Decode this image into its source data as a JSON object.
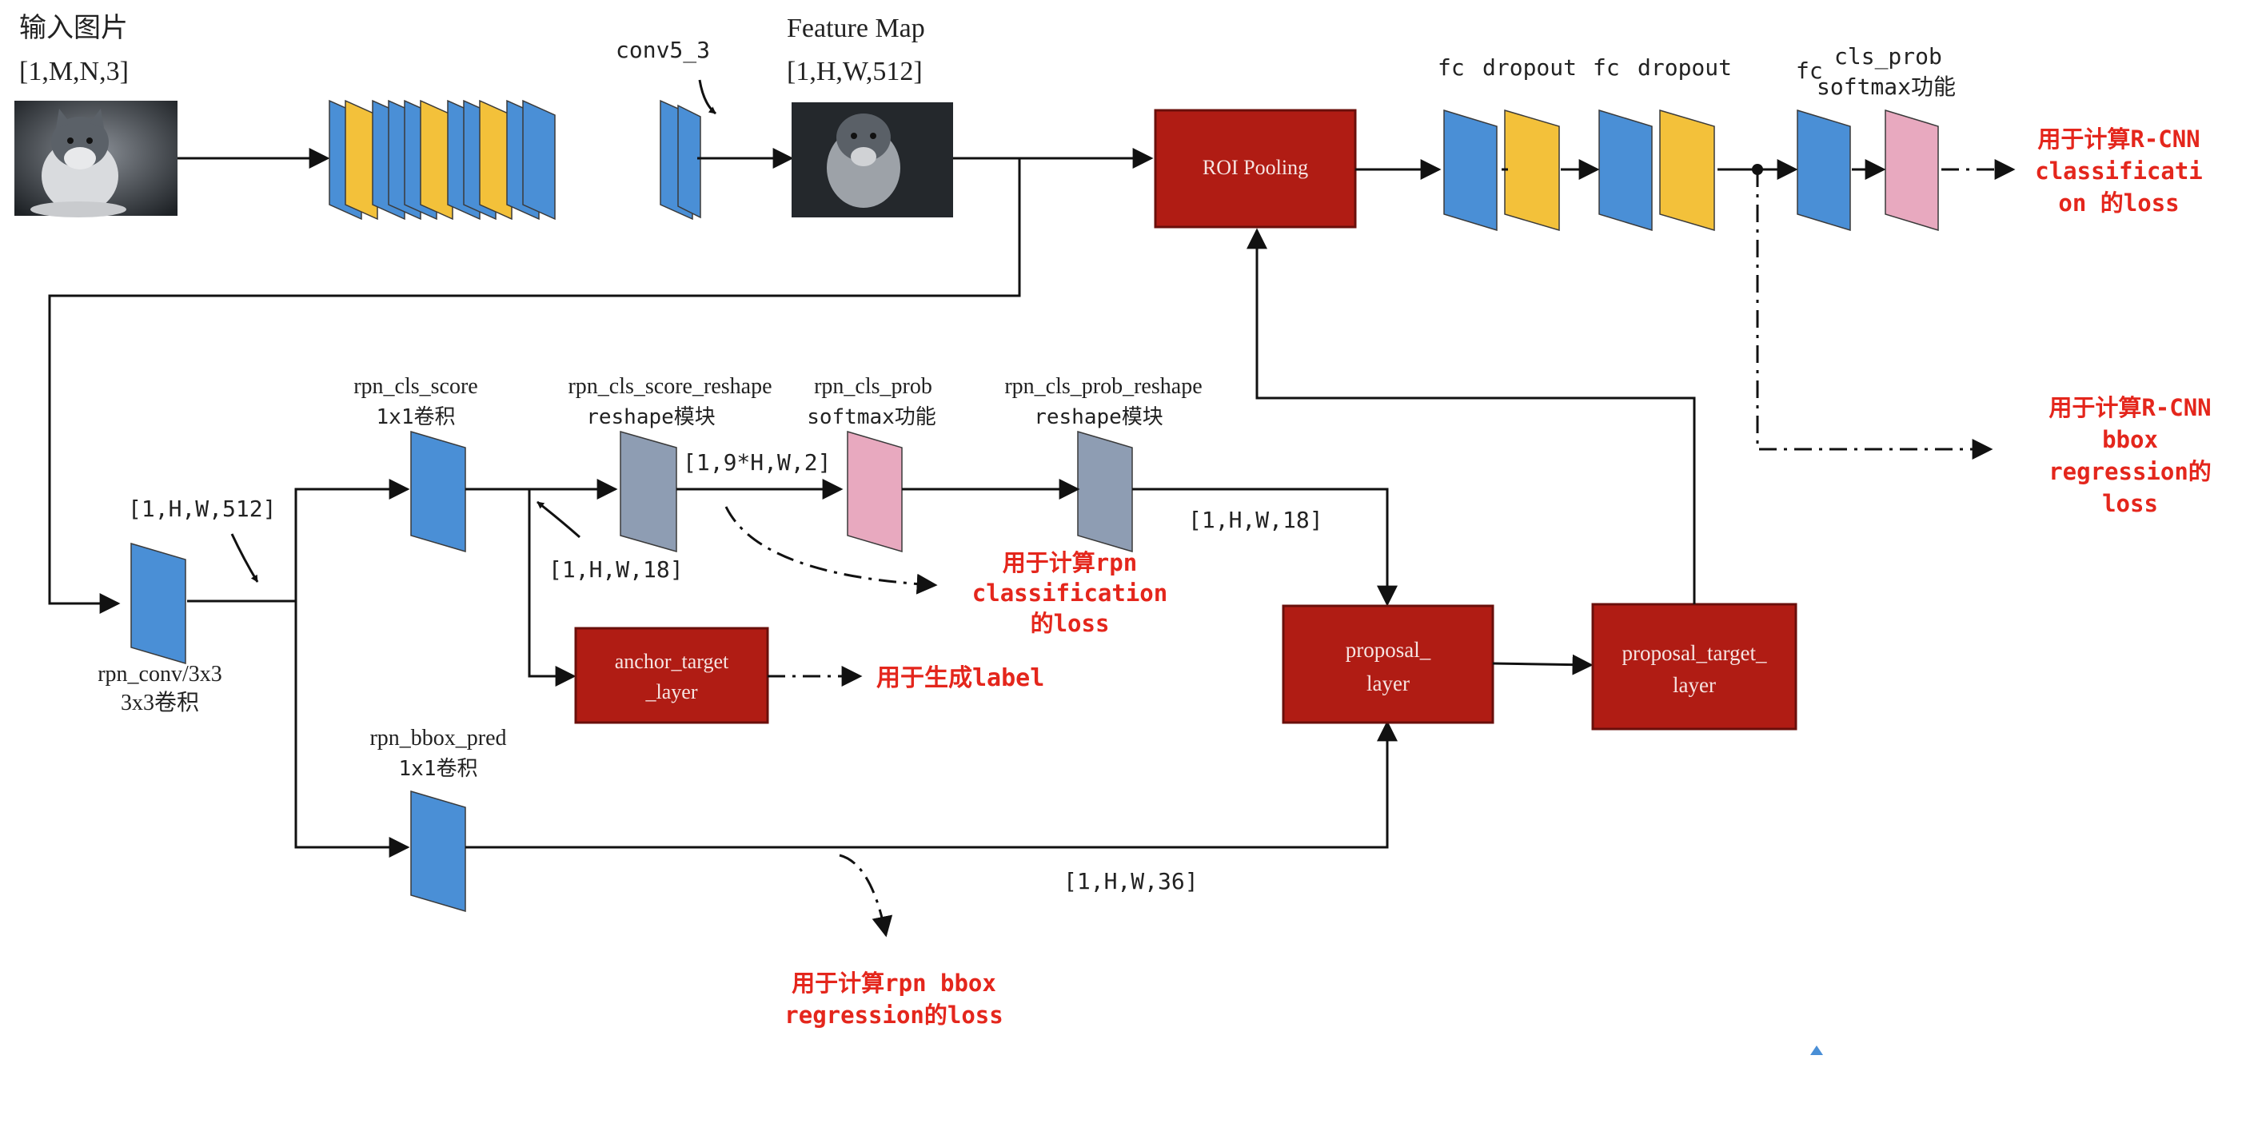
{
  "colors": {
    "conv_blue": "#4a8fd6",
    "conv_yellow": "#f3c13a",
    "reshape_gray": "#8e9db3",
    "softmax_pink": "#e8a9bf",
    "layer_red": "#b01c14",
    "loss_red": "#e4261c"
  },
  "input": {
    "title": "输入图片",
    "shape": "[1,M,N,3]"
  },
  "backbone": {
    "last_layer": "conv5_3"
  },
  "feature_map": {
    "title": "Feature Map",
    "shape": "[1,H,W,512]"
  },
  "roi_pooling": {
    "label": "ROI Pooling"
  },
  "head": {
    "fc1": "fc",
    "dropout1": "dropout",
    "fc2": "fc",
    "dropout2": "dropout",
    "fc3": "fc",
    "cls_prob": "cls_prob",
    "softmax": "softmax功能",
    "loss_cls": [
      "用于计算R-CNN",
      "classificati",
      "on 的loss"
    ],
    "loss_bbox": [
      "用于计算R-CNN",
      "bbox",
      "regression的",
      "loss"
    ]
  },
  "rpn": {
    "conv": {
      "name": "rpn_conv/3x3",
      "desc": "3x3卷积",
      "input_shape": "[1,H,W,512]"
    },
    "cls_score": {
      "name": "rpn_cls_score",
      "desc": "1x1卷积",
      "shape": "[1,H,W,18]"
    },
    "cls_score_reshape": {
      "name": "rpn_cls_score_reshape",
      "desc": "reshape模块",
      "shape": "[1,9*H,W,2]"
    },
    "cls_prob": {
      "name": "rpn_cls_prob",
      "desc": "softmax功能"
    },
    "cls_prob_reshape": {
      "name": "rpn_cls_prob_reshape",
      "desc": "reshape模块",
      "shape": "[1,H,W,18]"
    },
    "bbox_pred": {
      "name": "rpn_bbox_pred",
      "desc": "1x1卷积",
      "shape": "[1,H,W,36]"
    },
    "anchor_target": {
      "line1": "anchor_target",
      "line2": "_layer",
      "note": "用于生成label"
    },
    "loss_cls": [
      "用于计算rpn",
      "classification",
      "的loss"
    ],
    "loss_bbox": [
      "用于计算rpn bbox",
      "regression的loss"
    ]
  },
  "proposal": {
    "line1": "proposal_",
    "line2": "layer"
  },
  "proposal_target": {
    "line1": "proposal_target_",
    "line2": "layer"
  }
}
